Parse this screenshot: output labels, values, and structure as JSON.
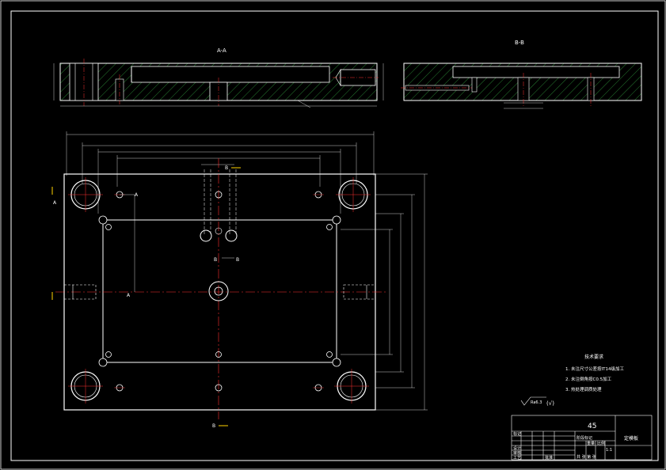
{
  "sections": {
    "aa_label": "A-A",
    "bb_label": "B-B",
    "cut_a": "A",
    "cut_b": "B"
  },
  "tech_requirements": {
    "title": "技术要求",
    "items": [
      "1. 未注尺寸公差按IT14级加工",
      "2. 未注倒角按C0.5加工",
      "3. 热处理调质处理"
    ]
  },
  "roughness": {
    "symbol": "Ra6.3",
    "other": "(√)"
  },
  "title_block": {
    "material": "45",
    "part_name": "定模板",
    "label_a": "标记",
    "label_b": "设计",
    "label_c": "审核",
    "label_d": "工艺",
    "label_e": "批准",
    "stage": "阶段标记",
    "weight": "重量",
    "scale": "比例",
    "scale_val": "1:1",
    "sheet": "共  张  第  张"
  },
  "colors": {
    "background": "#000000",
    "outline": "#ffffff",
    "centerline": "#ff3030",
    "hatch": "#2f9a3c",
    "dimension": "#ffffff",
    "marker": "#ffd400"
  }
}
